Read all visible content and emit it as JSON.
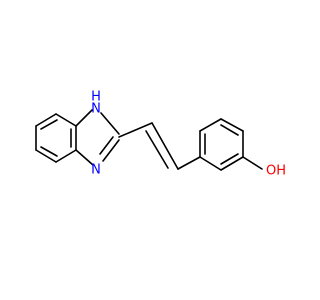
{
  "molecule": {
    "atoms": {
      "nh": {
        "label": "H",
        "element": "N",
        "color": "#0000ff"
      },
      "n_label": {
        "label": "N",
        "color": "#0000ff"
      },
      "n3": {
        "label": "N",
        "color": "#0000ff"
      },
      "oh": {
        "label": "OH",
        "color": "#ff0000"
      }
    }
  }
}
